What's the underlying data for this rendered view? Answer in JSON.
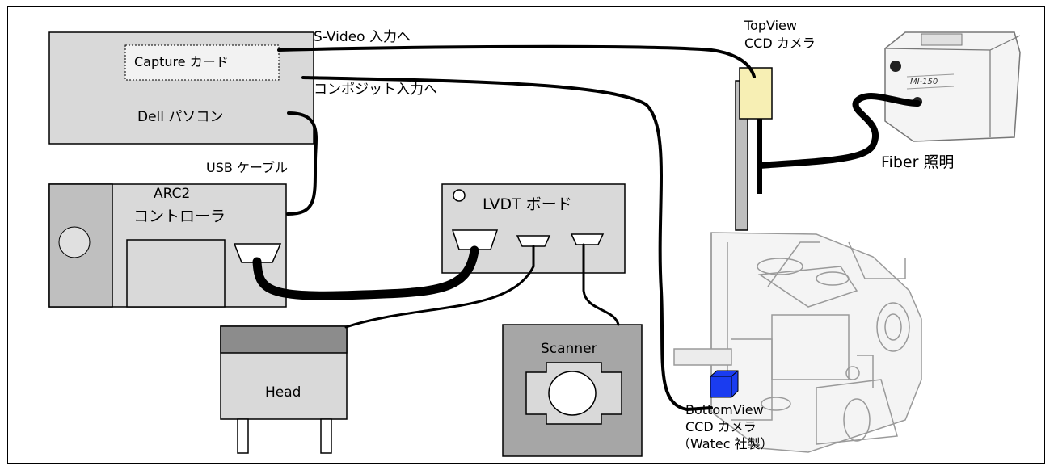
{
  "labels": {
    "capture_card": "Capture カード",
    "dell_pc": "Dell パソコン",
    "usb_cable": "USB ケーブル",
    "arc2": "ARC2",
    "controller": "コントローラ",
    "lvdt_board": "LVDT ボード",
    "head": "Head",
    "scanner": "Scanner",
    "svideo": "S-Video 入力へ",
    "composite": "コンポジット入力へ",
    "topview_1": "TopView",
    "topview_2": "CCD カメラ",
    "fiber": "Fiber 照明",
    "bottom_1": "BottomView",
    "bottom_2": "CCD カメラ",
    "bottom_3": "（Watec 社製）",
    "lamp_brand": "MI-150"
  },
  "colors": {
    "box_fill": "#d9d9d9",
    "screen_fill": "#ececec",
    "cable": "#000000",
    "topview_camera": "#f7efb4",
    "bottomview_camera": "#1a3cf0",
    "microscope_line": "#9a9a9a"
  }
}
